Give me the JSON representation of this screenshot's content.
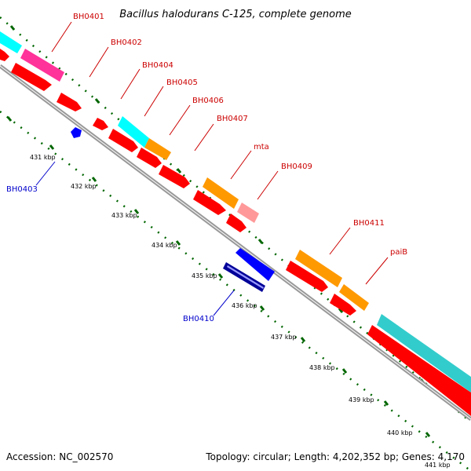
{
  "title": "Bacillus halodurans C-125, complete genome",
  "footer": {
    "accession": "Accession: NC_002570",
    "info": "Topology: circular; Length: 4,202,352 bp; Genes: 4,170"
  },
  "colors": {
    "forward_label": "#cc0000",
    "reverse_label": "#0000cc",
    "cds": "#ff0000",
    "cds_reverse": "#0000ff",
    "cog_cyan": "#00ffff",
    "cog_teal": "#33cccc",
    "cog_magenta": "#ff3399",
    "cog_orange": "#ff9900",
    "cog_pink": "#ff9999",
    "cog_navy": "#000099",
    "backbone": "#999999",
    "tick": "#006600"
  },
  "gene_labels": [
    {
      "text": "BH0401",
      "strand": "forward"
    },
    {
      "text": "BH0402",
      "strand": "forward"
    },
    {
      "text": "BH0403",
      "strand": "reverse"
    },
    {
      "text": "BH0404",
      "strand": "forward"
    },
    {
      "text": "BH0405",
      "strand": "forward"
    },
    {
      "text": "BH0406",
      "strand": "forward"
    },
    {
      "text": "BH0407",
      "strand": "forward"
    },
    {
      "text": "mta",
      "strand": "forward"
    },
    {
      "text": "BH0409",
      "strand": "forward"
    },
    {
      "text": "BH0410",
      "strand": "reverse"
    },
    {
      "text": "BH0411",
      "strand": "forward"
    },
    {
      "text": "paiB",
      "strand": "forward"
    }
  ],
  "ticks": [
    "431 kbp",
    "432 kbp",
    "433 kbp",
    "434 kbp",
    "435 kbp",
    "436 kbp",
    "437 kbp",
    "438 kbp",
    "439 kbp",
    "440 kbp",
    "441 kbp"
  ]
}
